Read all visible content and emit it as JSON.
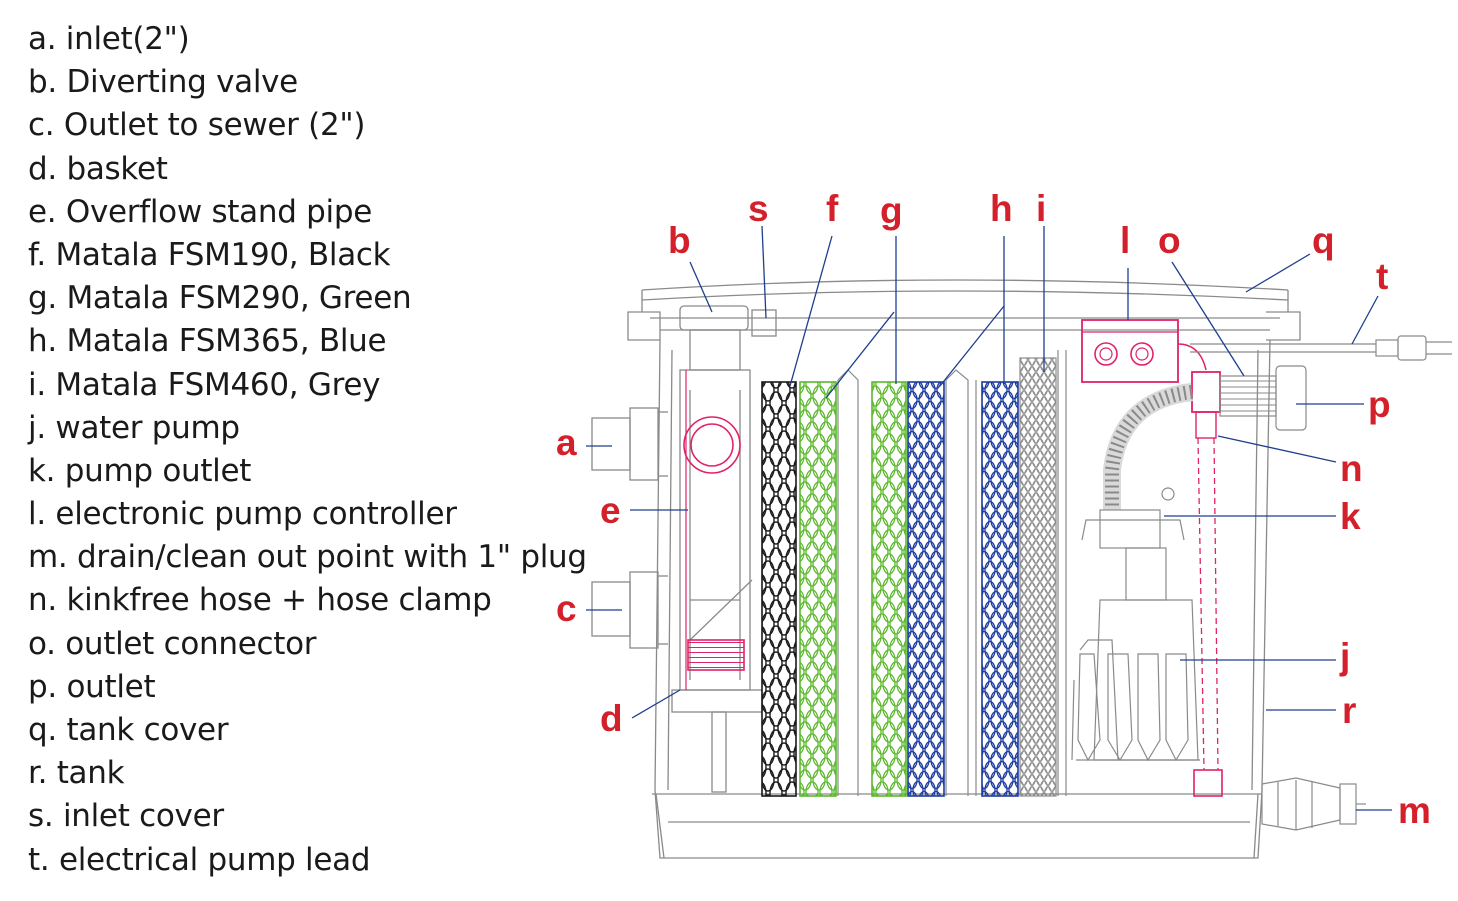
{
  "legend": [
    {
      "key": "a",
      "text": "a. inlet(2\")"
    },
    {
      "key": "b",
      "text": "b. Diverting valve"
    },
    {
      "key": "c",
      "text": "c. Outlet to sewer (2\")"
    },
    {
      "key": "d",
      "text": "d. basket"
    },
    {
      "key": "e",
      "text": "e. Overflow stand pipe"
    },
    {
      "key": "f",
      "text": "f. Matala FSM190, Black"
    },
    {
      "key": "g",
      "text": "g. Matala FSM290, Green"
    },
    {
      "key": "h",
      "text": "h. Matala FSM365, Blue"
    },
    {
      "key": "i",
      "text": "i. Matala FSM460, Grey"
    },
    {
      "key": "j",
      "text": "j. water pump"
    },
    {
      "key": "k",
      "text": "k. pump outlet"
    },
    {
      "key": "l",
      "text": "l. electronic pump controller"
    },
    {
      "key": "m",
      "text": "m. drain/clean out point with 1\" plug"
    },
    {
      "key": "n",
      "text": "n. kinkfree hose + hose clamp"
    },
    {
      "key": "o",
      "text": "o. outlet connector"
    },
    {
      "key": "p",
      "text": "p. outlet"
    },
    {
      "key": "q",
      "text": "q. tank cover"
    },
    {
      "key": "r",
      "text": "r. tank"
    },
    {
      "key": "s",
      "text": "s. inlet cover"
    },
    {
      "key": "t",
      "text": "t. electrical pump lead"
    }
  ],
  "callouts": {
    "a": "a",
    "b": "b",
    "c": "c",
    "d": "d",
    "e": "e",
    "f": "f",
    "g": "g",
    "h": "h",
    "i": "i",
    "j": "j",
    "k": "k",
    "l": "l",
    "m": "m",
    "n": "n",
    "o": "o",
    "p": "p",
    "q": "q",
    "r": "r",
    "s": "s",
    "t": "t"
  },
  "colors": {
    "callout_red": "#d3202a",
    "leader_blue": "#1e3f8f",
    "outline_gray": "#8a8a8a",
    "pink": "#e0226a",
    "media_black": "#1a1a1a",
    "media_green": "#5cb82e",
    "media_blue": "#1e3d9e",
    "media_grey": "#8c8c8c"
  }
}
